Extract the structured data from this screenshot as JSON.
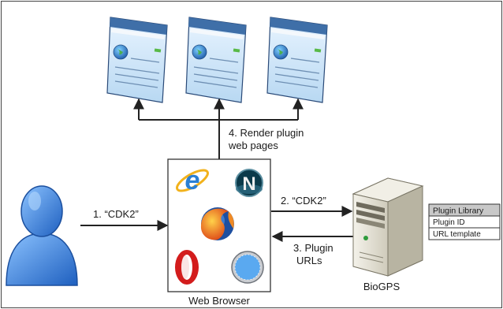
{
  "steps": {
    "step1": "1. “CDK2”",
    "step2": "2. “CDK2”",
    "step3_line1": "3. Plugin",
    "step3_line2": "URLs",
    "step4_line1": "4. Render plugin",
    "step4_line2": "web pages"
  },
  "nodes": {
    "browser_label": "Web Browser",
    "server_label": "BioGPS"
  },
  "plugin_library": {
    "title": "Plugin Library",
    "rows": [
      "Plugin ID",
      "URL template"
    ]
  },
  "icons": {
    "user": "user-silhouette-icon",
    "webpage": "web-page-icon",
    "ie": "internet-explorer-icon",
    "netscape": "netscape-icon",
    "firefox": "firefox-icon",
    "opera": "opera-icon",
    "safari": "safari-icon",
    "server": "server-tower-icon"
  },
  "colors": {
    "user_blue": "#3b7fd6",
    "page_bar": "#3f6fa8",
    "page_body": "#cfe5f7",
    "server_body": "#e4e2d6",
    "header_gray": "#c8c8c8"
  }
}
